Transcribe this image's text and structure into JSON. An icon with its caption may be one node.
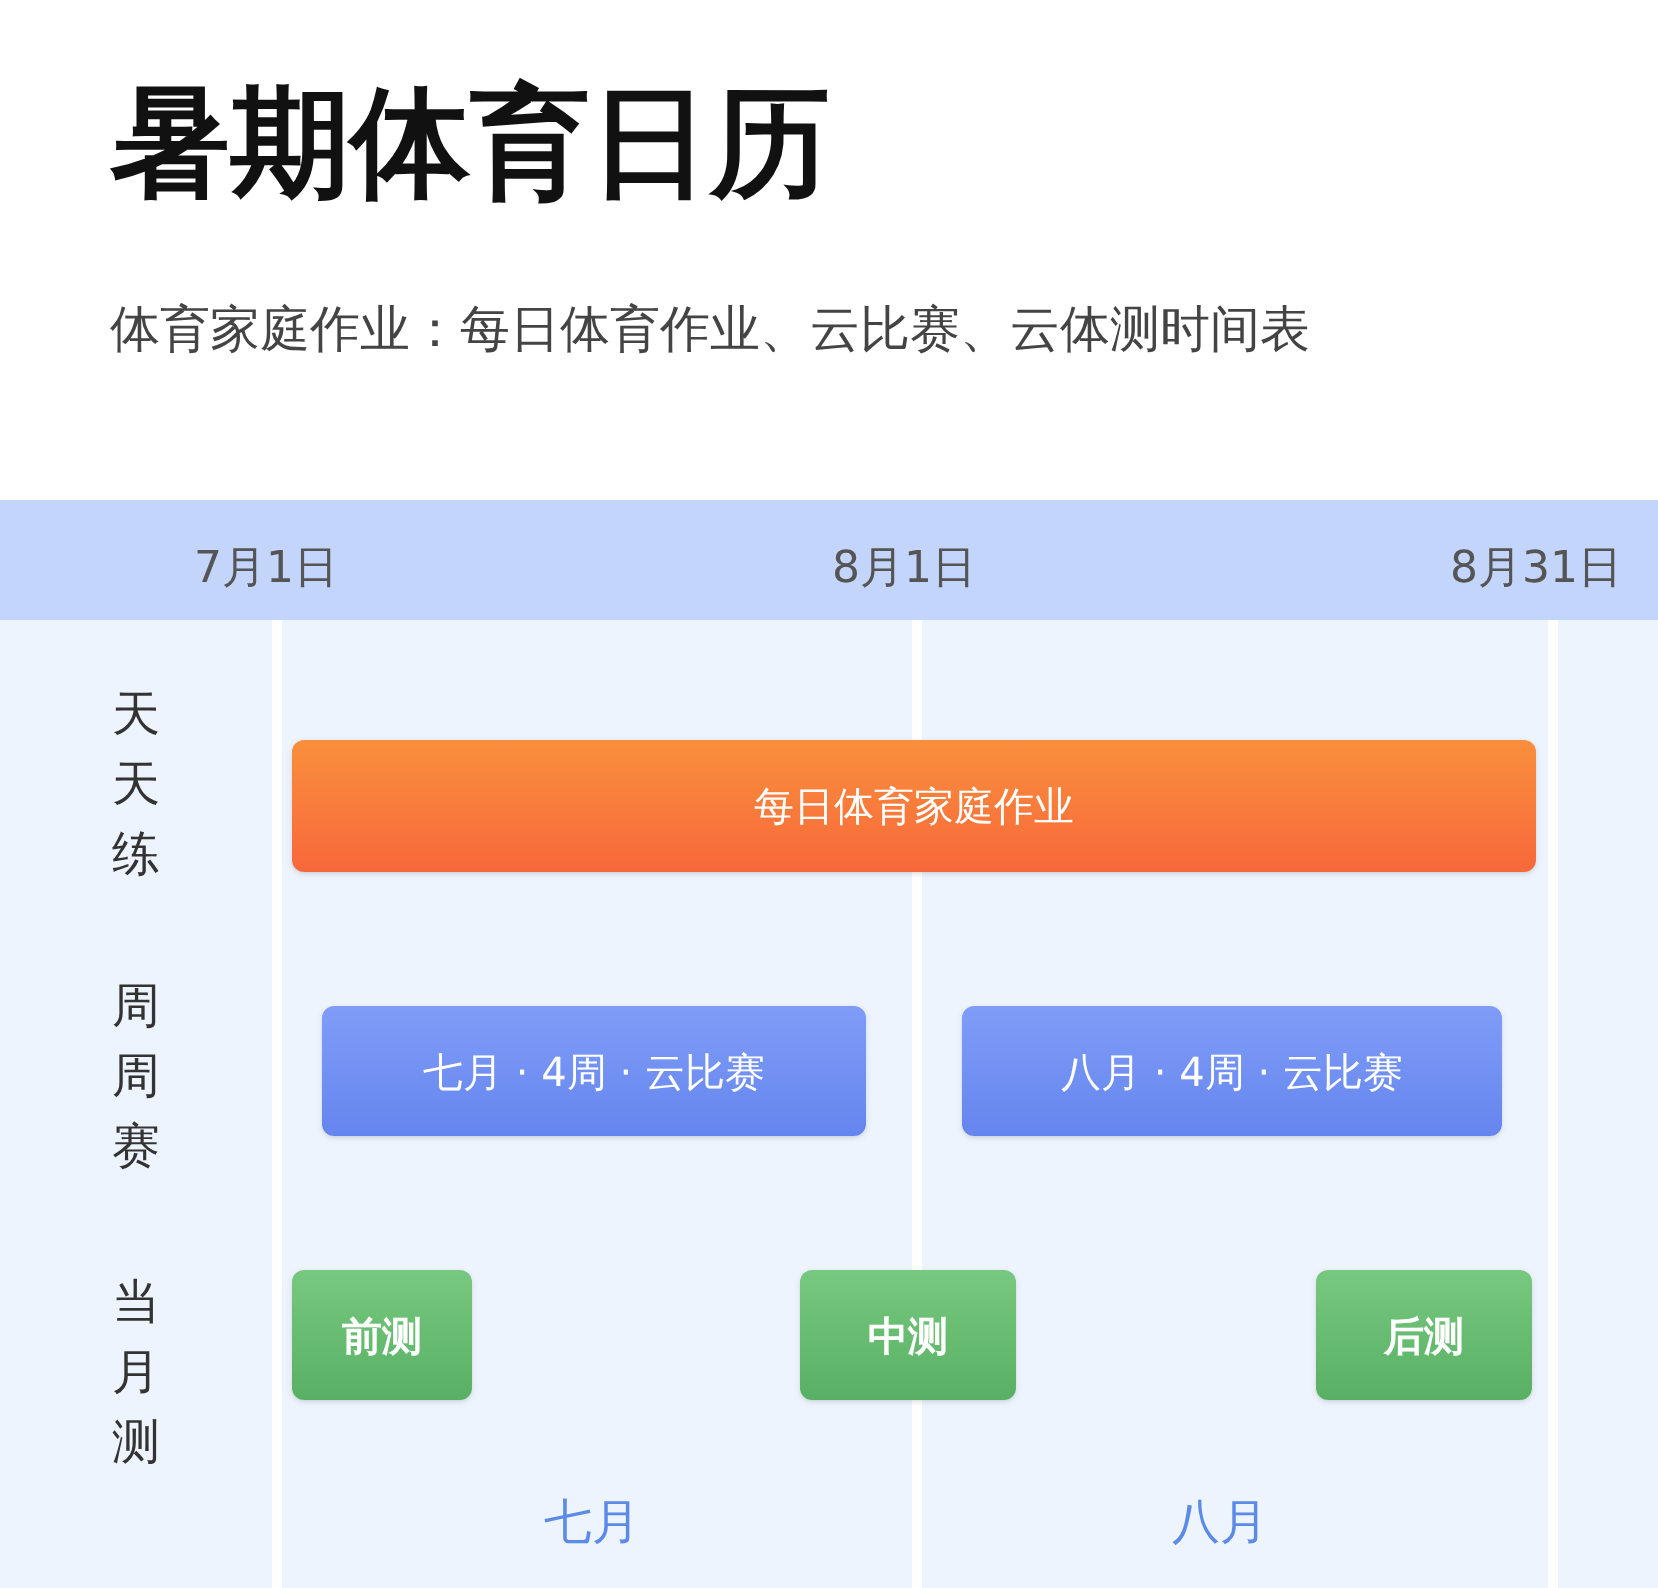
{
  "diagram": {
    "title": "暑期体育日历",
    "nodes": [
      {
        "text": [
          "每日体育家庭作业"
        ]
      },
      {
        "text": [
          "七月 · 4周 · 云比赛"
        ]
      },
      {
        "text": [
          "八月 · 4周 · 云比赛"
        ]
      },
      {
        "text": [
          "前测"
        ]
      },
      {
        "text": [
          "中测"
        ]
      },
      {
        "text": [
          "后测"
        ]
      }
    ],
    "labels": [
      "体育家庭作业：每日体育作业、云比赛、云体测时间表",
      "7月1日",
      "8月1日",
      "8月31日",
      "天天练",
      "周周赛",
      "当月测",
      "七月",
      "八月"
    ]
  }
}
